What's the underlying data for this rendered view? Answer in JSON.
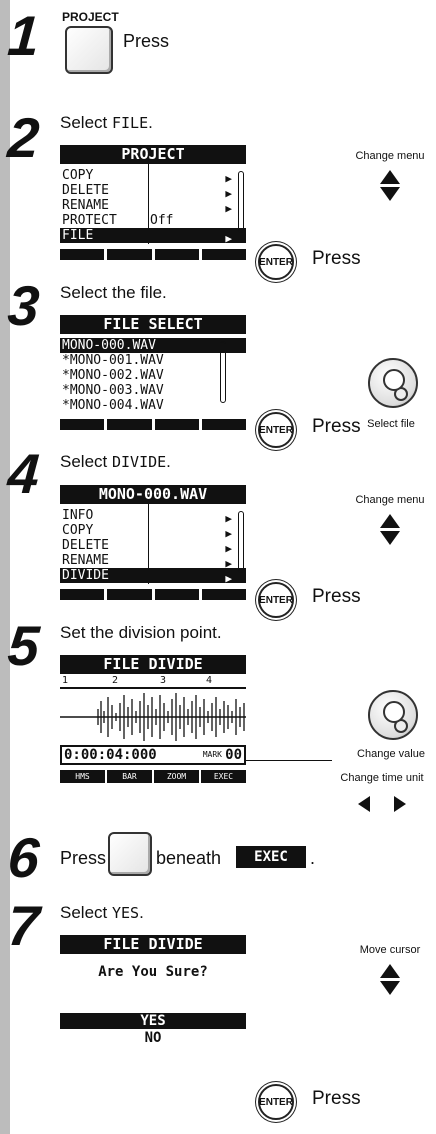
{
  "steps": [
    {
      "num": "1",
      "label_top": "PROJECT",
      "text": "Press"
    },
    {
      "num": "2",
      "text": "Select ",
      "code": "FILE",
      "suffix": ".",
      "lcd": {
        "title": "PROJECT",
        "rows": [
          "COPY",
          "DELETE",
          "RENAME",
          "PROTECT",
          "FILE"
        ],
        "protect_value": "Off"
      },
      "side": "Change menu",
      "press": "Press",
      "enter": "ENTER"
    },
    {
      "num": "3",
      "text": "Select the file.",
      "lcd": {
        "title": "FILE SELECT",
        "rows": [
          " MONO-000.WAV",
          "*MONO-001.WAV",
          "*MONO-002.WAV",
          "*MONO-003.WAV",
          "*MONO-004.WAV"
        ]
      },
      "side": "Select file",
      "press": "Press",
      "enter": "ENTER"
    },
    {
      "num": "4",
      "text": "Select ",
      "code": "DIVIDE",
      "suffix": ".",
      "lcd": {
        "title": "MONO-000.WAV",
        "rows": [
          "INFO",
          "COPY",
          "DELETE",
          "RENAME",
          "DIVIDE"
        ]
      },
      "side": "Change menu",
      "press": "Press",
      "enter": "ENTER"
    },
    {
      "num": "5",
      "text": "Set the division point.",
      "lcd": {
        "title": "FILE DIVIDE",
        "ruler": [
          "1",
          "2",
          "3",
          "4"
        ],
        "time": "0:00:04:000",
        "mark_label": "MARK",
        "mark": "00",
        "tabs": [
          "HMS",
          "BAR",
          "ZOOM",
          "EXEC"
        ]
      },
      "side": "Change value",
      "side2": "Change time unit"
    },
    {
      "num": "6",
      "text": "Press",
      "text2": "beneath",
      "exec": "EXEC",
      "suffix": "."
    },
    {
      "num": "7",
      "text": "Select ",
      "code": "YES",
      "suffix": ".",
      "lcd": {
        "title": "FILE DIVIDE",
        "question": "Are You Sure?",
        "yes": "YES",
        "no": "NO"
      },
      "side": "Move cursor",
      "press": "Press",
      "enter": "ENTER"
    }
  ]
}
